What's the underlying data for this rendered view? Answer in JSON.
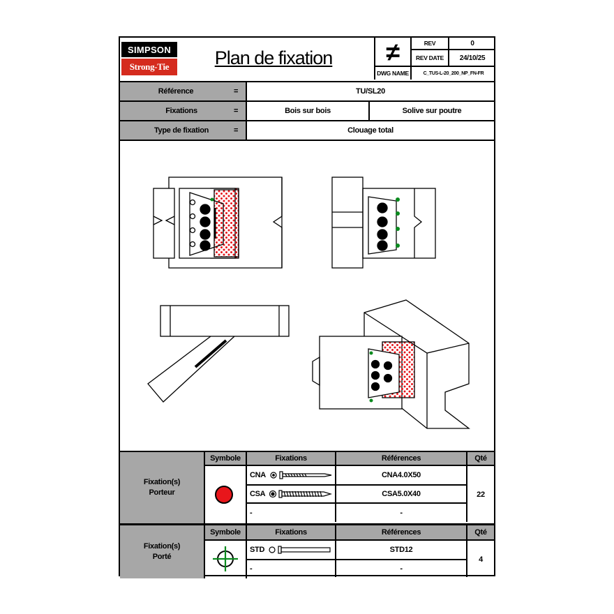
{
  "header": {
    "logo_top": "SIMPSON",
    "logo_bottom": "Strong-Tie",
    "title": "Plan de fixation",
    "symbol": "≠",
    "rev_label": "REV",
    "rev_value": "0",
    "rev_date_label": "REV DATE",
    "rev_date_value": "24/10/25",
    "dwg_label": "DWG NAME",
    "dwg_value": "C_TUS-L-20_200_NP_FN-FR"
  },
  "info": {
    "reference_label": "Référence",
    "reference_value": "TU/SL20",
    "fixations_label": "Fixations",
    "fixations_value1": "Bois sur bois",
    "fixations_value2": "Solive sur poutre",
    "type_label": "Type de fixation",
    "type_value": "Clouage total",
    "equals": "="
  },
  "table1": {
    "row_label": "Fixation(s)\nPorteur",
    "col_symbole": "Symbole",
    "col_fixations": "Fixations",
    "col_references": "Références",
    "col_qte": "Qté",
    "rows": [
      {
        "fix": "CNA",
        "ref": "CNA4.0X50"
      },
      {
        "fix": "CSA",
        "ref": "CSA5.0X40"
      },
      {
        "fix": "-",
        "ref": "-"
      }
    ],
    "qty": "22",
    "symbol_color": "#e8161b"
  },
  "table2": {
    "row_label": "Fixation(s)\nPorté",
    "col_symbole": "Symbole",
    "col_fixations": "Fixations",
    "col_references": "Références",
    "col_qte": "Qté",
    "rows": [
      {
        "fix": "STD",
        "ref": "STD12"
      },
      {
        "fix": "-",
        "ref": "-"
      }
    ],
    "qty": "4",
    "symbol_color": "#0a8a1e"
  }
}
